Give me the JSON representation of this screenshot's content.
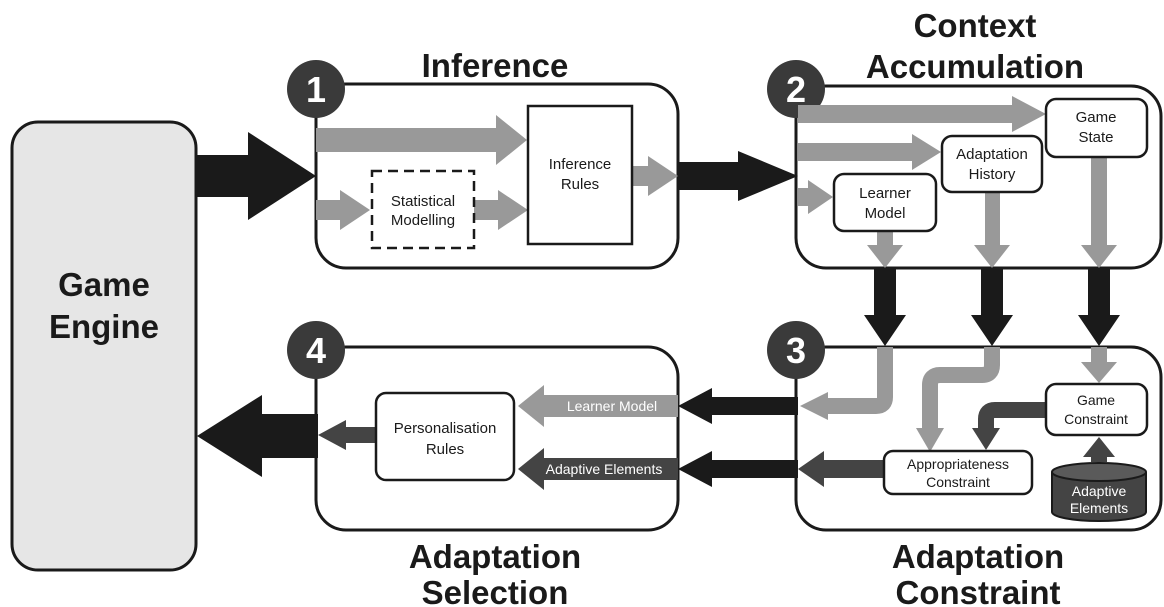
{
  "game_engine": {
    "line1": "Game",
    "line2": "Engine"
  },
  "stages": {
    "inference": {
      "number": "1",
      "title": "Inference"
    },
    "context": {
      "number": "2",
      "title_line1": "Context",
      "title_line2": "Accumulation"
    },
    "constraint": {
      "number": "3",
      "title_line1": "Adaptation",
      "title_line2": "Constraint"
    },
    "selection": {
      "number": "4",
      "title_line1": "Adaptation",
      "title_line2": "Selection"
    }
  },
  "nodes": {
    "statistical_modelling": {
      "line1": "Statistical",
      "line2": "Modelling"
    },
    "inference_rules": {
      "line1": "Inference",
      "line2": "Rules"
    },
    "learner_model": {
      "line1": "Learner",
      "line2": "Model"
    },
    "adaptation_history": {
      "line1": "Adaptation",
      "line2": "History"
    },
    "game_state": {
      "line1": "Game",
      "line2": "State"
    },
    "game_constraint": {
      "line1": "Game",
      "line2": "Constraint"
    },
    "appropriateness_constraint": {
      "line1": "Appropriateness",
      "line2": "Constraint"
    },
    "adaptive_elements_db": {
      "line1": "Adaptive",
      "line2": "Elements"
    },
    "personalisation_rules": {
      "line1": "Personalisation",
      "line2": "Rules"
    }
  },
  "arrow_labels": {
    "learner_model": "Learner Model",
    "adaptive_elements": "Adaptive Elements"
  },
  "colors": {
    "black": "#1a1a1a",
    "gray": "#999999",
    "dark_gray": "#444444",
    "engine_fill": "#e6e6e6",
    "badge": "#3a3a3a"
  }
}
